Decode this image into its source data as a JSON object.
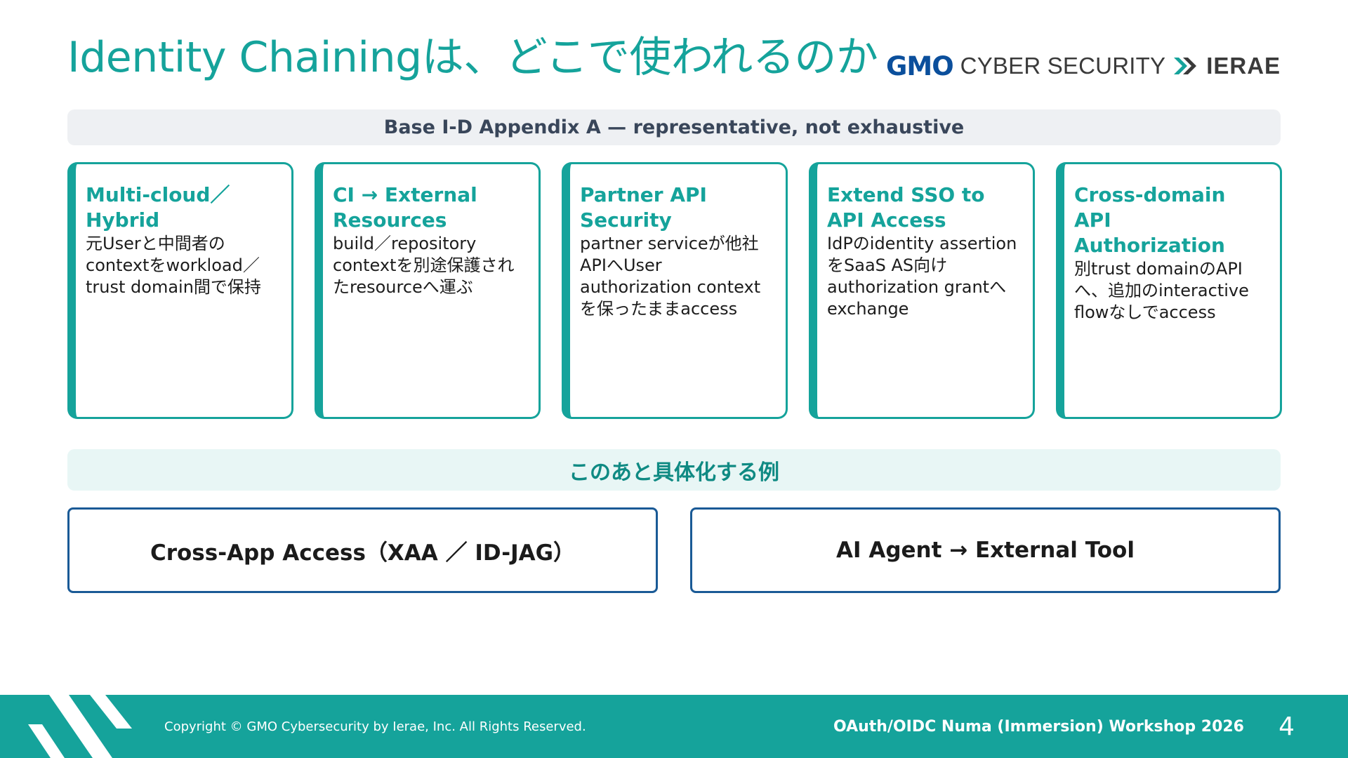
{
  "slide": {
    "title": "Identity Chainingは、どこで使われるのか",
    "logo": {
      "gmo": "GMO",
      "cyber_security": "CYBER SECURITY",
      "ierae": "IERAE",
      "brand_blue": "#0b4f9c",
      "mark_icon": "ierae-mark-icon"
    },
    "banner": "Base I-D Appendix A — representative, not exhaustive",
    "cards": [
      {
        "title": "Multi-cloud／Hybrid",
        "body": "元Userと中間者のcontextをworkload／trust domain間で保持"
      },
      {
        "title": "CI → External Resources",
        "body": "build／repository contextを別途保護されたresourceへ運ぶ"
      },
      {
        "title": "Partner API Security",
        "body": "partner serviceが他社APIへUser authorization contextを保ったままaccess"
      },
      {
        "title": "Extend SSO to API Access",
        "body": "IdPのidentity assertionをSaaS AS向けauthorization grantへexchange"
      },
      {
        "title": "Cross-domain API Authorization",
        "body": "別trust domainのAPIへ、追加のinteractive flowなしでaccess"
      }
    ],
    "examples_heading": "このあと具体化する例",
    "examples": [
      "Cross-App Access（XAA ／ ID-JAG）",
      "AI Agent → External Tool"
    ],
    "footer": {
      "copyright": "Copyright © GMO Cybersecurity by Ierae, Inc. All Rights Reserved.",
      "workshop": "OAuth/OIDC Numa (Immersion) Workshop 2026",
      "page": "4"
    },
    "colors": {
      "accent_teal": "#15a39b",
      "example_border": "#1a5a96",
      "banner_gray": "#eef0f3"
    }
  }
}
